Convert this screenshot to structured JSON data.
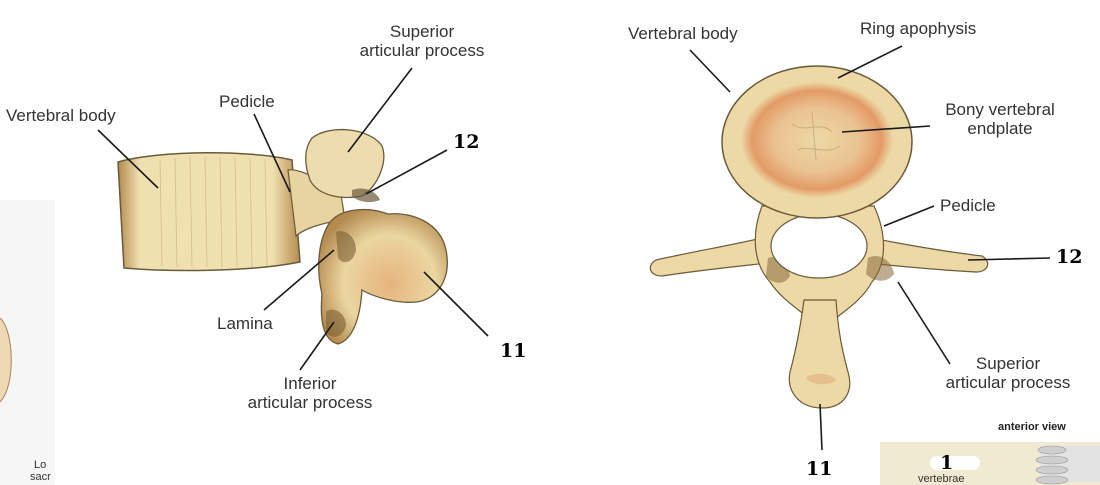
{
  "left_view": {
    "labels": {
      "vertebral_body": "Vertebral body",
      "pedicle": "Pedicle",
      "superior_articular_process_line1": "Superior",
      "superior_articular_process_line2": "articular process",
      "lamina": "Lamina",
      "inferior_articular_process_line1": "Inferior",
      "inferior_articular_process_line2": "articular process"
    },
    "handwritten": {
      "n12": "12",
      "n11": "11"
    }
  },
  "right_view": {
    "labels": {
      "vertebral_body": "Vertebral body",
      "ring_apophysis": "Ring apophysis",
      "bony_endplate_line1": "Bony vertebral",
      "bony_endplate_line2": "endplate",
      "pedicle": "Pedicle",
      "superior_articular_process_line1": "Superior",
      "superior_articular_process_line2": "articular process"
    },
    "handwritten": {
      "n12": "12",
      "n11": "11",
      "n1": "1"
    }
  },
  "cropped_edges": {
    "left_line1": "Lo",
    "left_line2": "sacr",
    "inset_title": "anterior view",
    "inset_caption": "vertebrae"
  },
  "colors": {
    "bone": "#ecd9a6",
    "bone_shade": "#b89a5e",
    "endplate": "#e9a774",
    "outline": "#6b5a3a",
    "text": "#333333"
  }
}
